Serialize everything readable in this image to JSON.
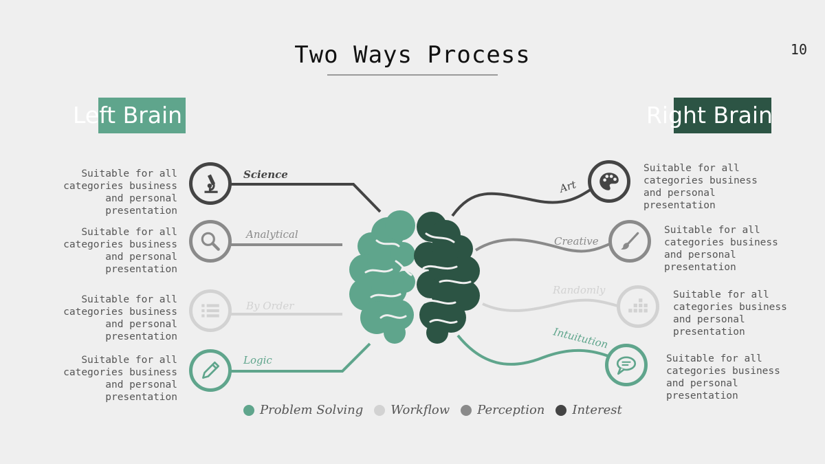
{
  "title": "Two Ways Process",
  "page_number": "10",
  "left_brain": {
    "label": "Left Brain",
    "color": "#5fa58c"
  },
  "right_brain": {
    "label": "Right Brain",
    "color": "#2c5444"
  },
  "left_items": [
    {
      "label": "Science",
      "icon": "microscope-icon",
      "color": "#444444",
      "description": "Suitable for all categories business and personal presentation"
    },
    {
      "label": "Analytical",
      "icon": "magnifier-icon",
      "color": "#8a8a8a",
      "description": "Suitable for all categories business and personal presentation"
    },
    {
      "label": "By Order",
      "icon": "list-icon",
      "color": "#d2d2d2",
      "description": "Suitable for all categories business and personal presentation"
    },
    {
      "label": "Logic",
      "icon": "pencil-icon",
      "color": "#5fa58c",
      "description": "Suitable for all categories business and personal presentation"
    }
  ],
  "right_items": [
    {
      "label": "Art",
      "icon": "palette-icon",
      "color": "#444444",
      "description": "Suitable for all categories business and personal presentation"
    },
    {
      "label": "Creative",
      "icon": "brush-icon",
      "color": "#8a8a8a",
      "description": "Suitable for all categories business and personal presentation"
    },
    {
      "label": "Randomly",
      "icon": "grid-icon",
      "color": "#d2d2d2",
      "description": "Suitable for all categories business and personal presentation"
    },
    {
      "label": "Intuitution",
      "icon": "speech-bubble-icon",
      "color": "#5fa58c",
      "description": "Suitable for all categories business and personal presentation"
    }
  ],
  "legend": [
    {
      "label": "Problem Solving",
      "color": "#5fa58c"
    },
    {
      "label": "Workflow",
      "color": "#d2d2d2"
    },
    {
      "label": "Perception",
      "color": "#8a8a8a"
    },
    {
      "label": "Interest",
      "color": "#444444"
    }
  ]
}
